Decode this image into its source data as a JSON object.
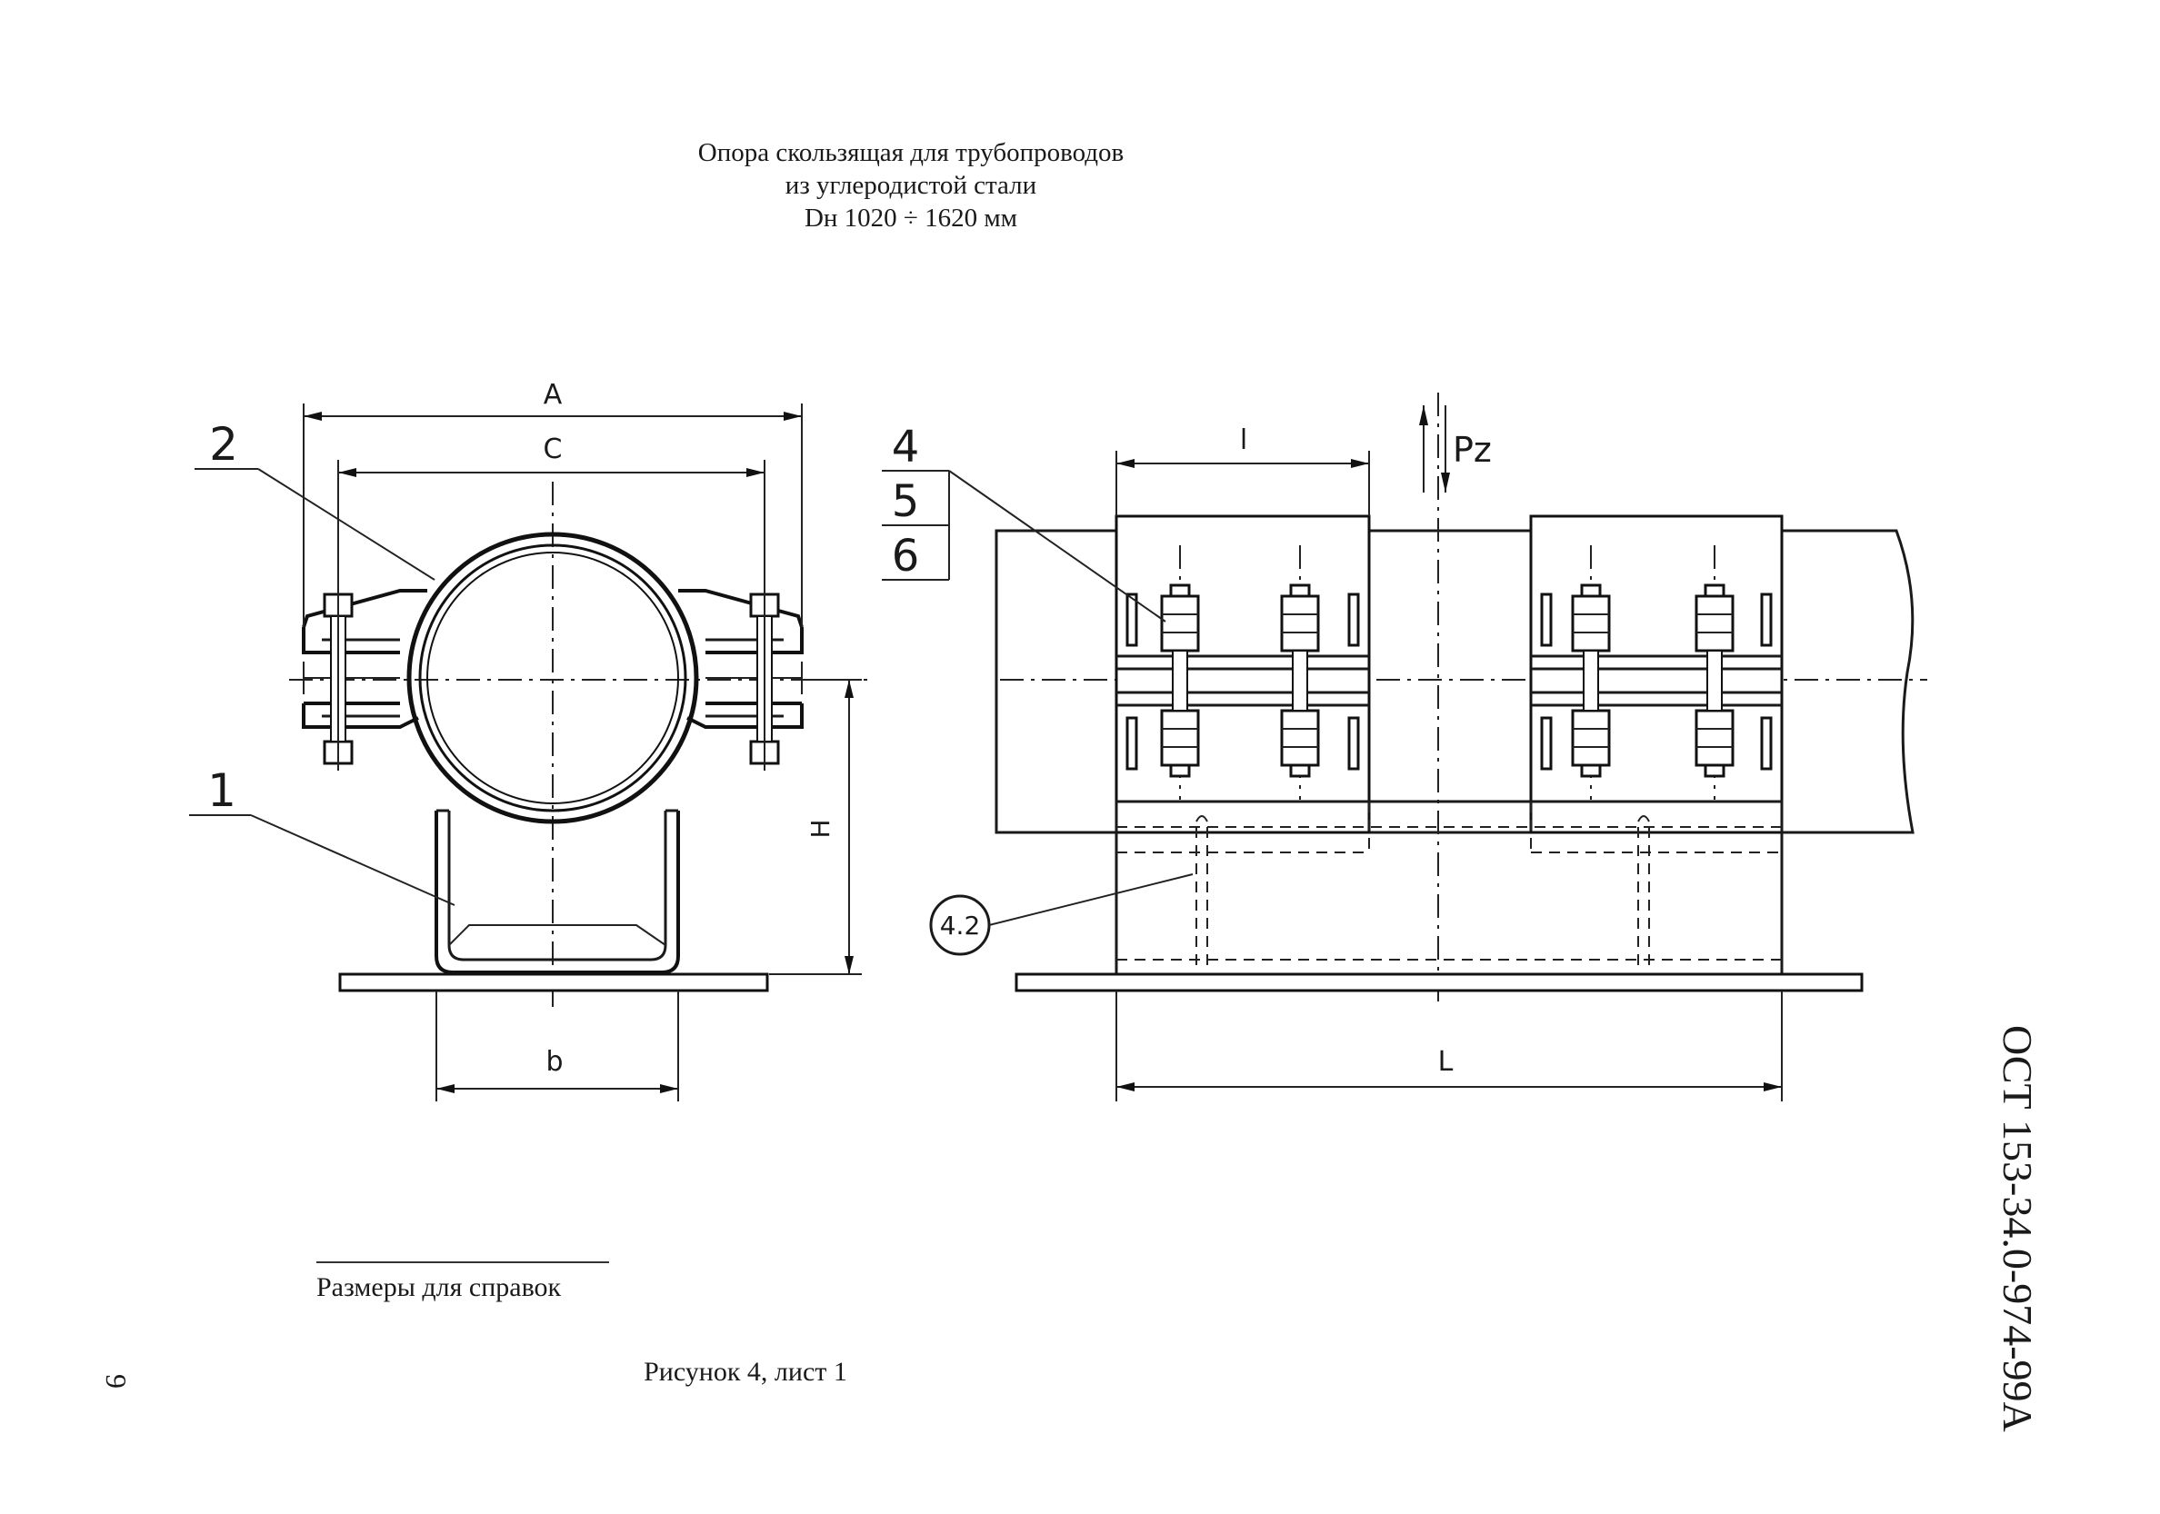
{
  "title": {
    "line1": "Опора скользящая для трубопроводов",
    "line2": "из углеродистой стали",
    "line3": "Dн 1020 ÷ 1620 мм"
  },
  "dimensions": {
    "A": "A",
    "C": "C",
    "H": "H",
    "b": "b",
    "l": "l",
    "L": "L",
    "Pz": "Pz"
  },
  "callouts": {
    "pos1": "1",
    "pos2": "2",
    "pos4": "4",
    "pos5": "5",
    "pos6": "6",
    "pos42": "4.2"
  },
  "reference_note": "Размеры для справок",
  "caption": "Рисунок 4, лист 1",
  "page_number": "9",
  "document_code": "ОСТ 153-34.0-974-99А"
}
